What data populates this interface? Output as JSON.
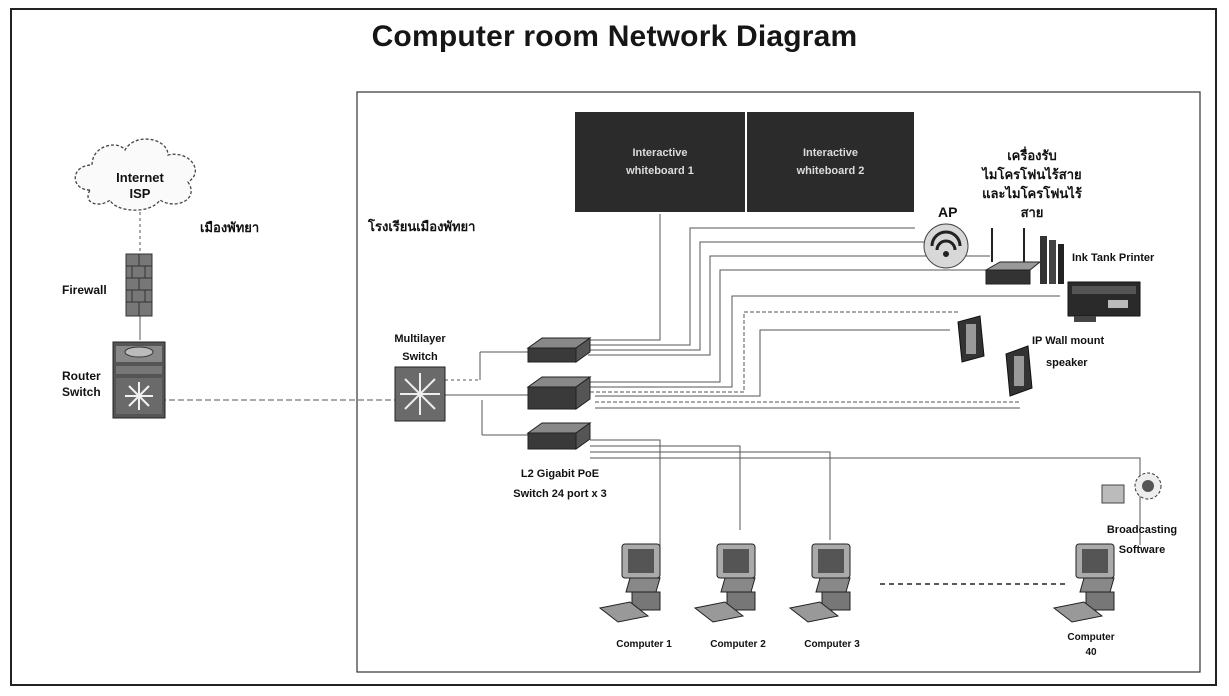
{
  "title": "Computer room Network Diagram",
  "labels": {
    "internet_line1": "Internet",
    "internet_line2": "ISP",
    "city_region": "เมืองพัทยา",
    "firewall": "Firewall",
    "router_line1": "Router",
    "router_line2": "Switch",
    "school_name": "โรงเรียนเมืองพัทยา",
    "multilayer_line1": "Multilayer",
    "multilayer_line2": "Switch",
    "poe_line1": "L2 Gigabit PoE",
    "poe_line2": "Switch 24 port x 3",
    "wb1_line1": "Interactive",
    "wb1_line2": "whiteboard 1",
    "wb2_line1": "Interactive",
    "wb2_line2": "whiteboard 2",
    "ap": "AP",
    "wireless_mic_line1": "เครื่องรับ",
    "wireless_mic_line2": "ไมโครโฟนไร้สาย",
    "wireless_mic_line3": "และไมโครโฟนไร้",
    "wireless_mic_line4": "สาย",
    "printer": "Ink Tank Printer",
    "speaker_line1": "IP Wall mount",
    "speaker_line2": "speaker",
    "broadcast_line1": "Broadcasting",
    "broadcast_line2": "Software",
    "computer1": "Computer 1",
    "computer2": "Computer 2",
    "computer3": "Computer 3",
    "computer40_line1": "Computer",
    "computer40_line2": "40"
  },
  "icons": [
    "cloud-icon",
    "firewall-icon",
    "router-switch-icon",
    "multilayer-switch-icon",
    "switch-icon",
    "wifi-icon",
    "wireless-receiver-icon",
    "microphone-icon",
    "printer-icon",
    "speaker-icon",
    "computer-icon",
    "globe-icon"
  ]
}
